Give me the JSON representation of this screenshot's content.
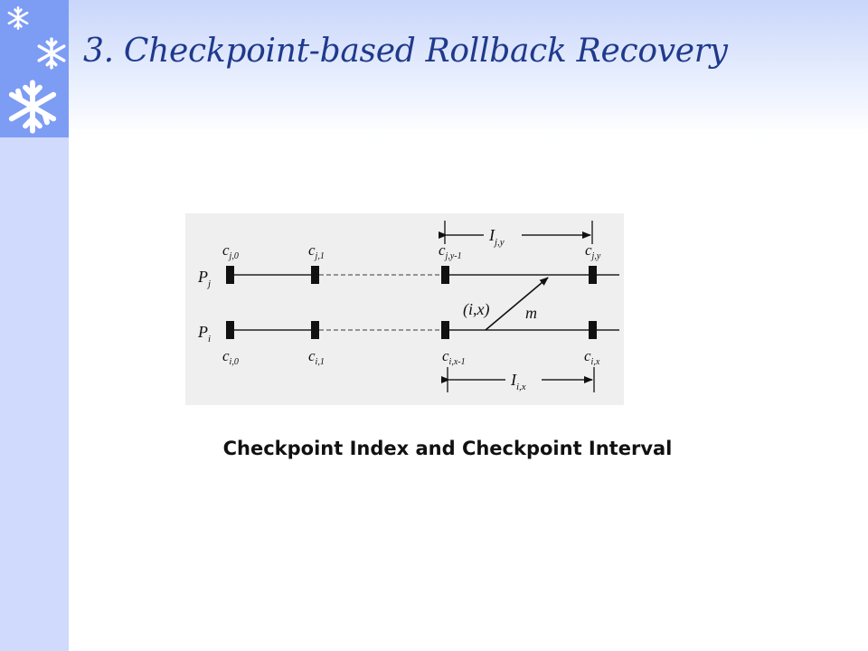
{
  "slide": {
    "title": "3. Checkpoint-based Rollback Recovery",
    "caption": "Checkpoint Index and Checkpoint Interval"
  },
  "icons": [
    "snowflake-icon",
    "snowflake-icon",
    "snowflake-icon"
  ],
  "colors": {
    "title": "#1f3a8c",
    "sidebar": "#cfdafc",
    "snow_box": "#7d9cf4"
  },
  "diagram": {
    "processes": [
      {
        "label": "P",
        "sub": "j",
        "checkpoints": [
          {
            "base": "c",
            "sub": "j,0"
          },
          {
            "base": "c",
            "sub": "j,1"
          },
          {
            "base": "c",
            "sub": "j,y-1"
          },
          {
            "base": "c",
            "sub": "j,y"
          }
        ]
      },
      {
        "label": "P",
        "sub": "i",
        "checkpoints": [
          {
            "base": "c",
            "sub": "i,0"
          },
          {
            "base": "c",
            "sub": "i,1"
          },
          {
            "base": "c",
            "sub": "i,x-1"
          },
          {
            "base": "c",
            "sub": "i,x"
          }
        ]
      }
    ],
    "intervals": [
      {
        "base": "I",
        "sub": "j,y"
      },
      {
        "base": "I",
        "sub": "i,x"
      }
    ],
    "event_label": "(i,x)",
    "message_label": "m"
  }
}
